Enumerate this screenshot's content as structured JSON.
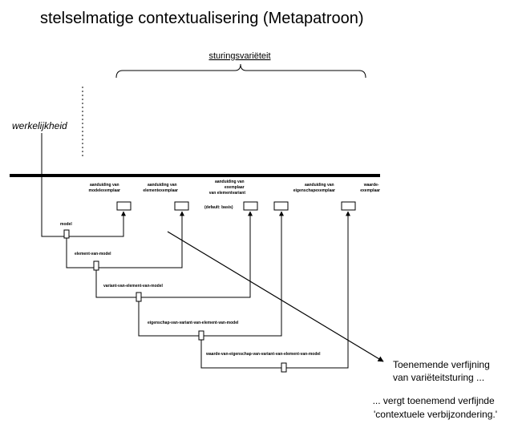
{
  "title": "stelselmatige contextualisering (Metapatroon)",
  "variety_label": "sturingsvariëteit",
  "reality_label": "werkelijkheid",
  "specimens": [
    {
      "lines": [
        "aanduiding van",
        "modelexemplaar"
      ]
    },
    {
      "lines": [
        "aanduiding van",
        "elementexemplaar"
      ]
    },
    {
      "lines": [
        "aanduiding van",
        "exemplaar",
        "van elementvariant"
      ]
    },
    {
      "lines": [
        "aanduiding van",
        "eigenschapexemplaar"
      ]
    },
    {
      "lines": [
        "waarde-",
        "exemplaar"
      ]
    }
  ],
  "default_note": "(default: basis)",
  "levels": [
    "model",
    "element-van-model",
    "variant-van-element-van-model",
    "eigenschap-van-variant-van-element-van-model",
    "waarde-van-eigenschap-van-variant-van-element-van-model"
  ],
  "note_refinement": [
    "Toenemende verfijning",
    "van variëteitsturing ..."
  ],
  "note_contextual": [
    "... vergt toenemend verfijnde",
    "'contextuele verbijzondering.'"
  ]
}
